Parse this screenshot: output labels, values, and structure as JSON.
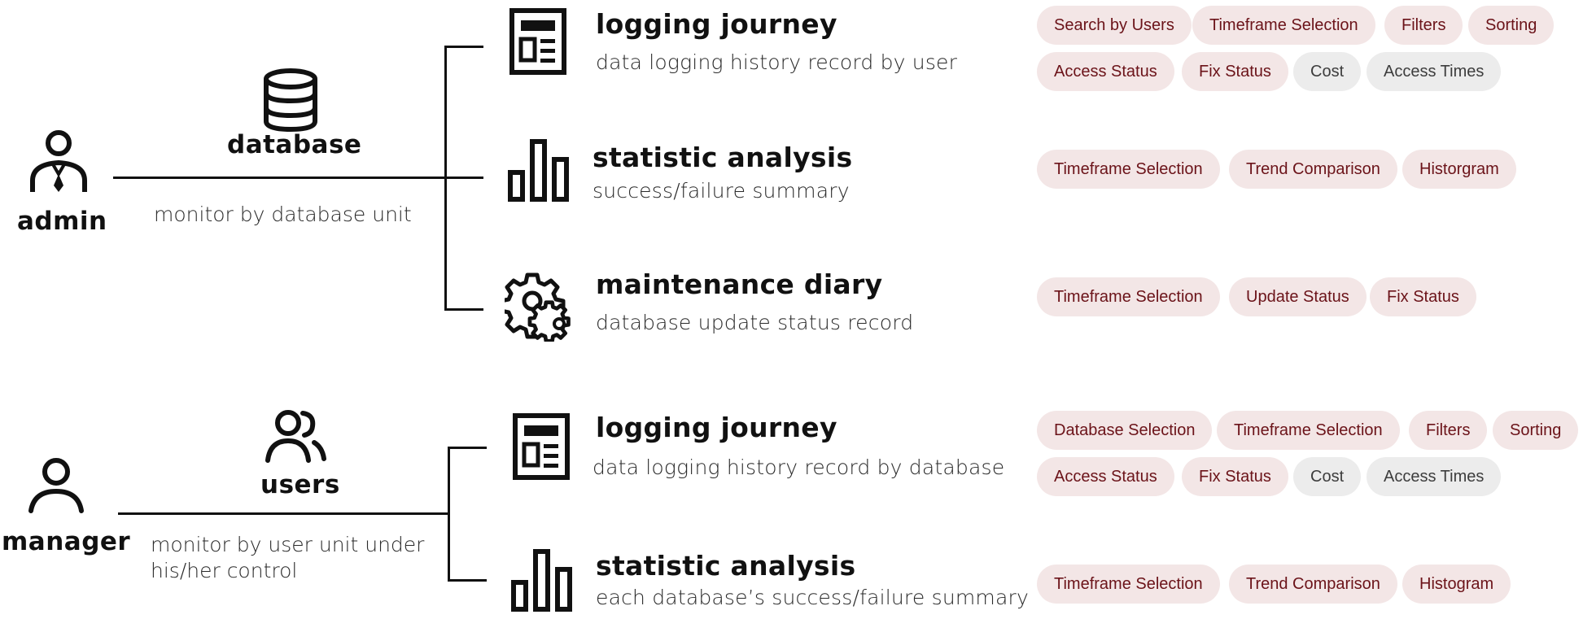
{
  "colors": {
    "tag_red_bg": "#f3e6e6",
    "tag_red_text": "#6b1319",
    "tag_gray_bg": "#ececec",
    "tag_gray_text": "#3d3d3d",
    "line": "#111111"
  },
  "admin": {
    "role_label": "admin",
    "unit_label": "database",
    "description": "monitor by database unit",
    "features": [
      {
        "icon": "document-layout-icon",
        "title": "logging journey",
        "subtitle": "data logging history record by user",
        "tags": [
          {
            "label": "Search by Users",
            "style": "red"
          },
          {
            "label": "Timeframe Selection",
            "style": "red"
          },
          {
            "label": "Filters",
            "style": "red"
          },
          {
            "label": "Sorting",
            "style": "red"
          },
          {
            "label": "Access Status",
            "style": "red"
          },
          {
            "label": "Fix Status",
            "style": "red"
          },
          {
            "label": "Cost",
            "style": "gray"
          },
          {
            "label": "Access Times",
            "style": "gray"
          }
        ]
      },
      {
        "icon": "bar-chart-icon",
        "title": "statistic analysis",
        "subtitle": "success/failure summary",
        "tags": [
          {
            "label": "Timeframe Selection",
            "style": "red"
          },
          {
            "label": "Trend Comparison",
            "style": "red"
          },
          {
            "label": "Historgram",
            "style": "red"
          }
        ]
      },
      {
        "icon": "gears-icon",
        "title": "maintenance diary",
        "subtitle": "database update status record",
        "tags": [
          {
            "label": "Timeframe Selection",
            "style": "red"
          },
          {
            "label": "Update Status",
            "style": "red"
          },
          {
            "label": "Fix Status",
            "style": "red"
          }
        ]
      }
    ]
  },
  "manager": {
    "role_label": "manager",
    "unit_label": "users",
    "description_line1": "monitor by user unit under",
    "description_line2": "his/her control",
    "features": [
      {
        "icon": "document-layout-icon",
        "title": "logging journey",
        "subtitle": "data logging history record by database",
        "tags": [
          {
            "label": "Database Selection",
            "style": "red"
          },
          {
            "label": "Timeframe Selection",
            "style": "red"
          },
          {
            "label": "Filters",
            "style": "red"
          },
          {
            "label": "Sorting",
            "style": "red"
          },
          {
            "label": "Access Status",
            "style": "red"
          },
          {
            "label": "Fix Status",
            "style": "red"
          },
          {
            "label": "Cost",
            "style": "gray"
          },
          {
            "label": "Access Times",
            "style": "gray"
          }
        ]
      },
      {
        "icon": "bar-chart-icon",
        "title": "statistic analysis",
        "subtitle": "each database’s success/failure summary",
        "tags": [
          {
            "label": "Timeframe Selection",
            "style": "red"
          },
          {
            "label": "Trend Comparison",
            "style": "red"
          },
          {
            "label": "Histogram",
            "style": "red"
          }
        ]
      }
    ]
  }
}
